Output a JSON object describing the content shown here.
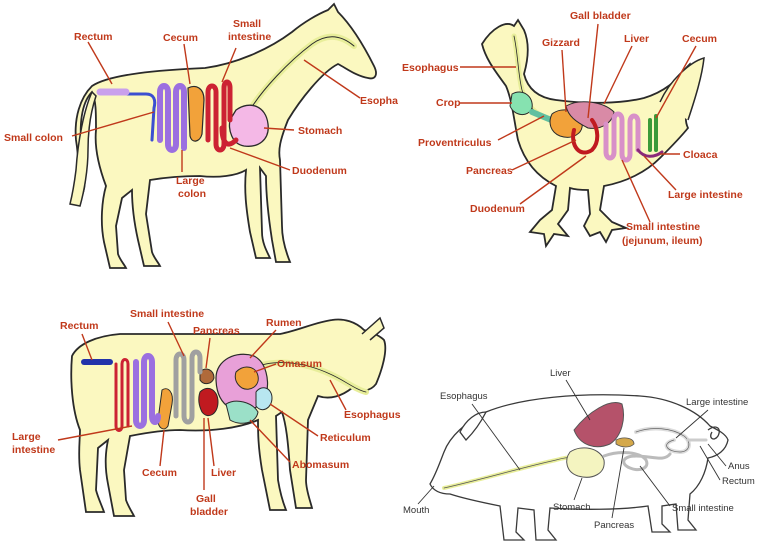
{
  "horse": {
    "labels": {
      "rectum": "Rectum",
      "cecum": "Cecum",
      "small_intestine": "Small\nintestine",
      "esophagus": "Esopha",
      "small_colon": "Small colon",
      "stomach": "Stomach",
      "large_colon": "Large\ncolon",
      "duodenum": "Duodenum"
    }
  },
  "chicken": {
    "labels": {
      "gall_bladder": "Gall bladder",
      "gizzard": "Gizzard",
      "liver": "Liver",
      "cecum": "Cecum",
      "esophagus": "Esophagus",
      "crop": "Crop",
      "proventriculus": "Proventriculus",
      "cloaca": "Cloaca",
      "pancreas": "Pancreas",
      "large_intestine": "Large intestine",
      "duodenum": "Duodenum",
      "small_intestine": "Small intestine\n(jejunum, ileum)"
    }
  },
  "cow": {
    "labels": {
      "rectum": "Rectum",
      "small_intestine": "Small intestine",
      "pancreas": "Pancreas",
      "rumen": "Rumen",
      "omasum": "Omasum",
      "esophagus": "Esophagus",
      "reticulum": "Reticulum",
      "large_intestine": "Large\nintestine",
      "abomasum": "Abomasum",
      "cecum": "Cecum",
      "liver": "Liver",
      "gall_bladder": "Gall\nbladder"
    }
  },
  "pig": {
    "labels": {
      "liver": "Liver",
      "esophagus": "Esophagus",
      "large_intestine": "Large intestine",
      "anus": "Anus",
      "rectum": "Rectum",
      "mouth": "Mouth",
      "stomach": "Stomach",
      "pancreas": "Pancreas",
      "small_intestine": "Small intestine"
    }
  },
  "colors": {
    "label_text": "#c0391b",
    "body_fill": "#fbf8c0",
    "pig_body_fill": "#ffffff",
    "stomach": "#f4b8e6",
    "cecum": "#f2a23a",
    "large_colon": "#9b6fe0",
    "small_intestine": "#cc2233",
    "small_colon": "#3b4fd1",
    "esophagus": "#e8ee9a",
    "crop": "#86e2b0",
    "liver_red": "#c01a20",
    "pig_liver": "#b5526a",
    "cow_rumen": "#e8a0d8",
    "cow_abomasum": "#9be0c8",
    "cow_gray_intestine": "#a0a0a0"
  }
}
